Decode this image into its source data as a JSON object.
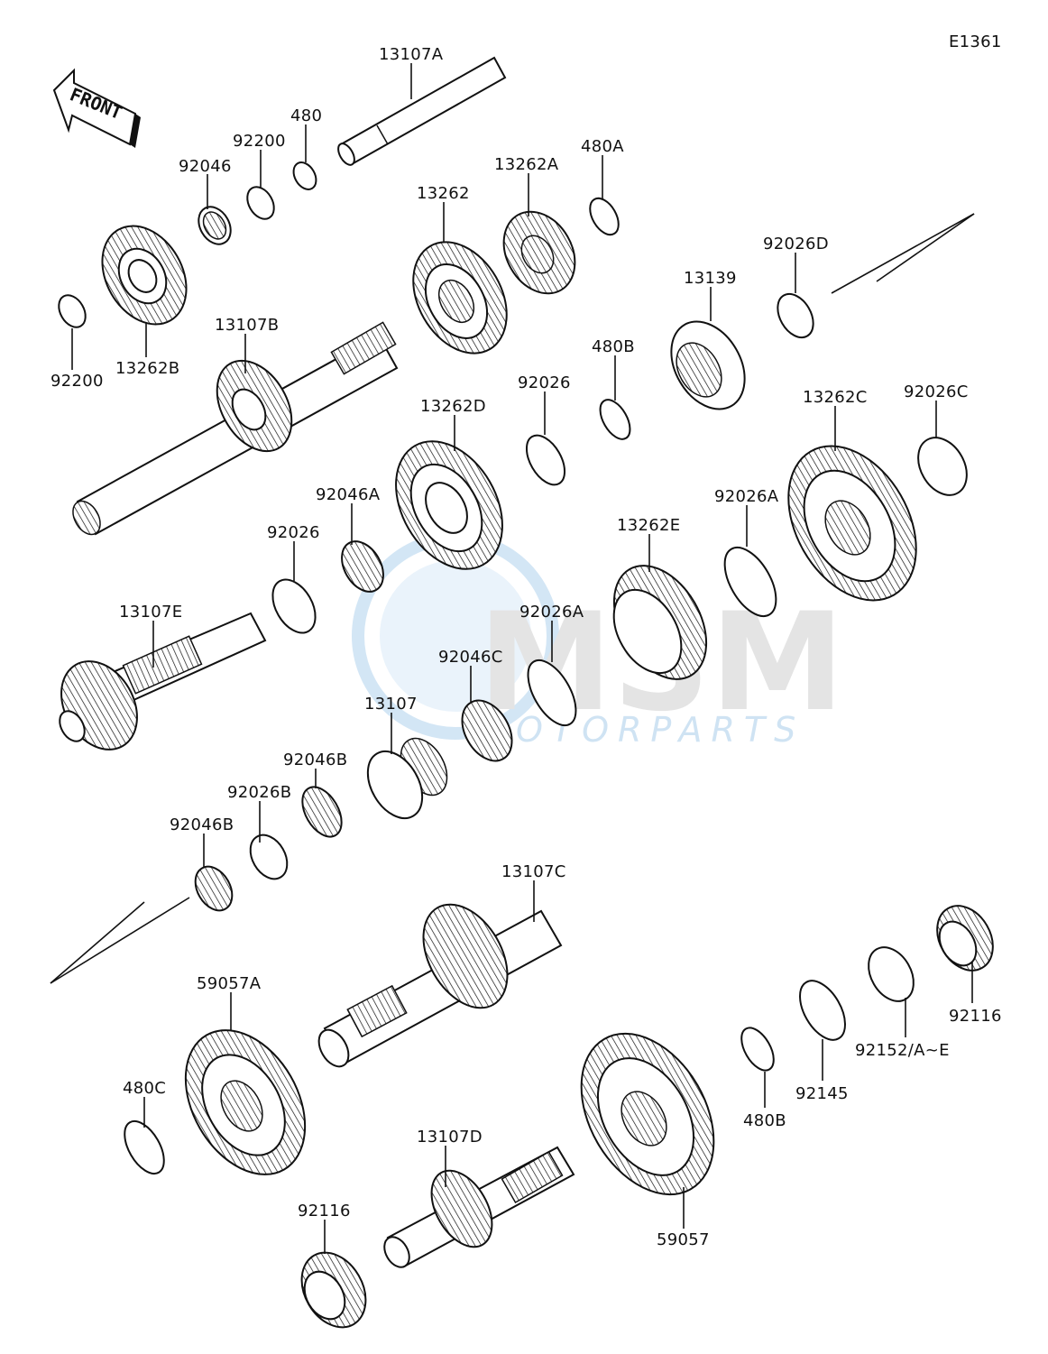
{
  "diagram_id": "E1361",
  "front_label": "FRONT",
  "watermark": {
    "logo": "MSM",
    "text": "OTORPARTS"
  },
  "labels": {
    "p13107A": "13107A",
    "p480": "480",
    "p92200_top": "92200",
    "p92046": "92046",
    "p13262A": "13262A",
    "p480A": "480A",
    "p13262": "13262",
    "p92026D": "92026D",
    "p13139": "13139",
    "p92200_left": "92200",
    "p13262B": "13262B",
    "p13107B": "13107B",
    "p480B_top": "480B",
    "p92026_mid": "92026",
    "p13262D": "13262D",
    "p13262C": "13262C",
    "p92026C": "92026C",
    "p92046A": "92046A",
    "p92026_left": "92026",
    "p92026A_right": "92026A",
    "p13262E": "13262E",
    "p13107E": "13107E",
    "p92026A_mid": "92026A",
    "p92046C": "92046C",
    "p13107": "13107",
    "p92046B_mid": "92046B",
    "p92026B": "92026B",
    "p92046B_left": "92046B",
    "p13107C": "13107C",
    "p59057A": "59057A",
    "p480C": "480C",
    "p92116_right": "92116",
    "p92152": "92152/A~E",
    "p92145": "92145",
    "p480B_bottom": "480B",
    "p13107D": "13107D",
    "p59057": "59057",
    "p92116_bottom": "92116"
  }
}
